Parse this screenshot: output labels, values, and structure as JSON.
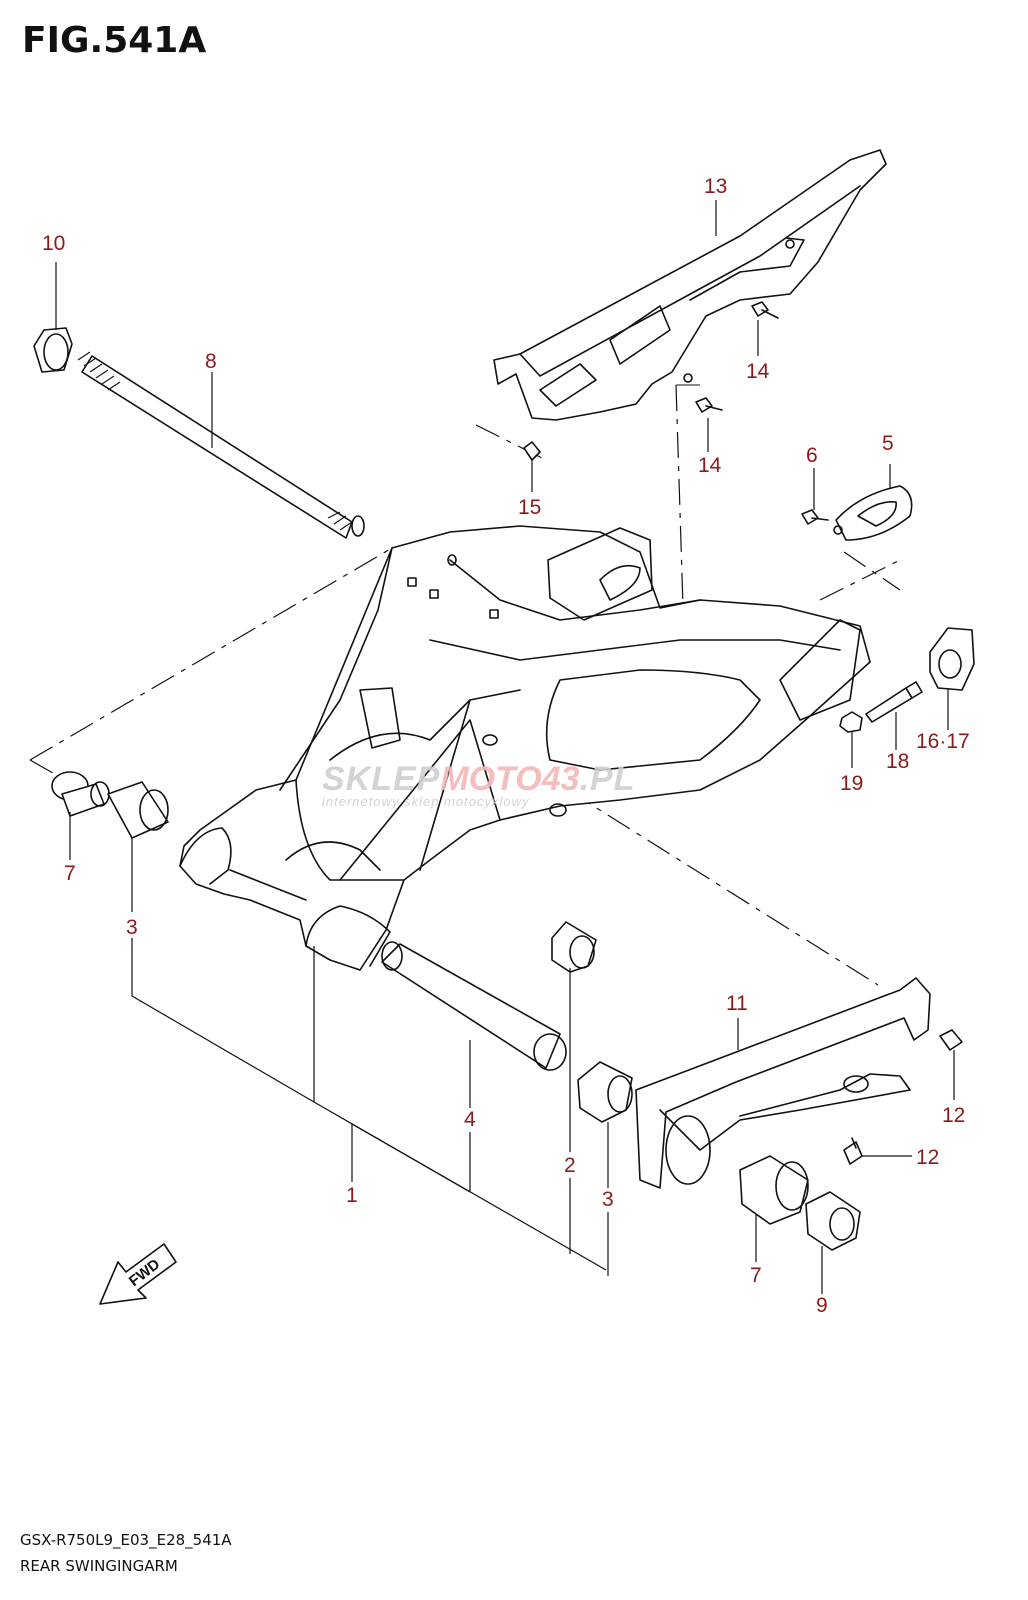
{
  "figure": {
    "title": "FIG.541A",
    "model_code": "GSX-R750L9_E03_E28_541A",
    "name": "REAR SWINGINGARM"
  },
  "watermark": {
    "brand_a": "SKLEP",
    "brand_b": "MOTO",
    "brand_c": "43",
    "brand_d": ".PL",
    "tagline": "internetowy sklep motocyklowy"
  },
  "fwd_label": "FWD",
  "colors": {
    "callout": "#8b1a1a",
    "line": "#111111"
  },
  "callouts": [
    "1",
    "2",
    "3",
    "3",
    "4",
    "5",
    "6",
    "7",
    "7",
    "8",
    "9",
    "10",
    "11",
    "12",
    "12",
    "13",
    "14",
    "14",
    "15",
    "16·17",
    "18",
    "19"
  ]
}
